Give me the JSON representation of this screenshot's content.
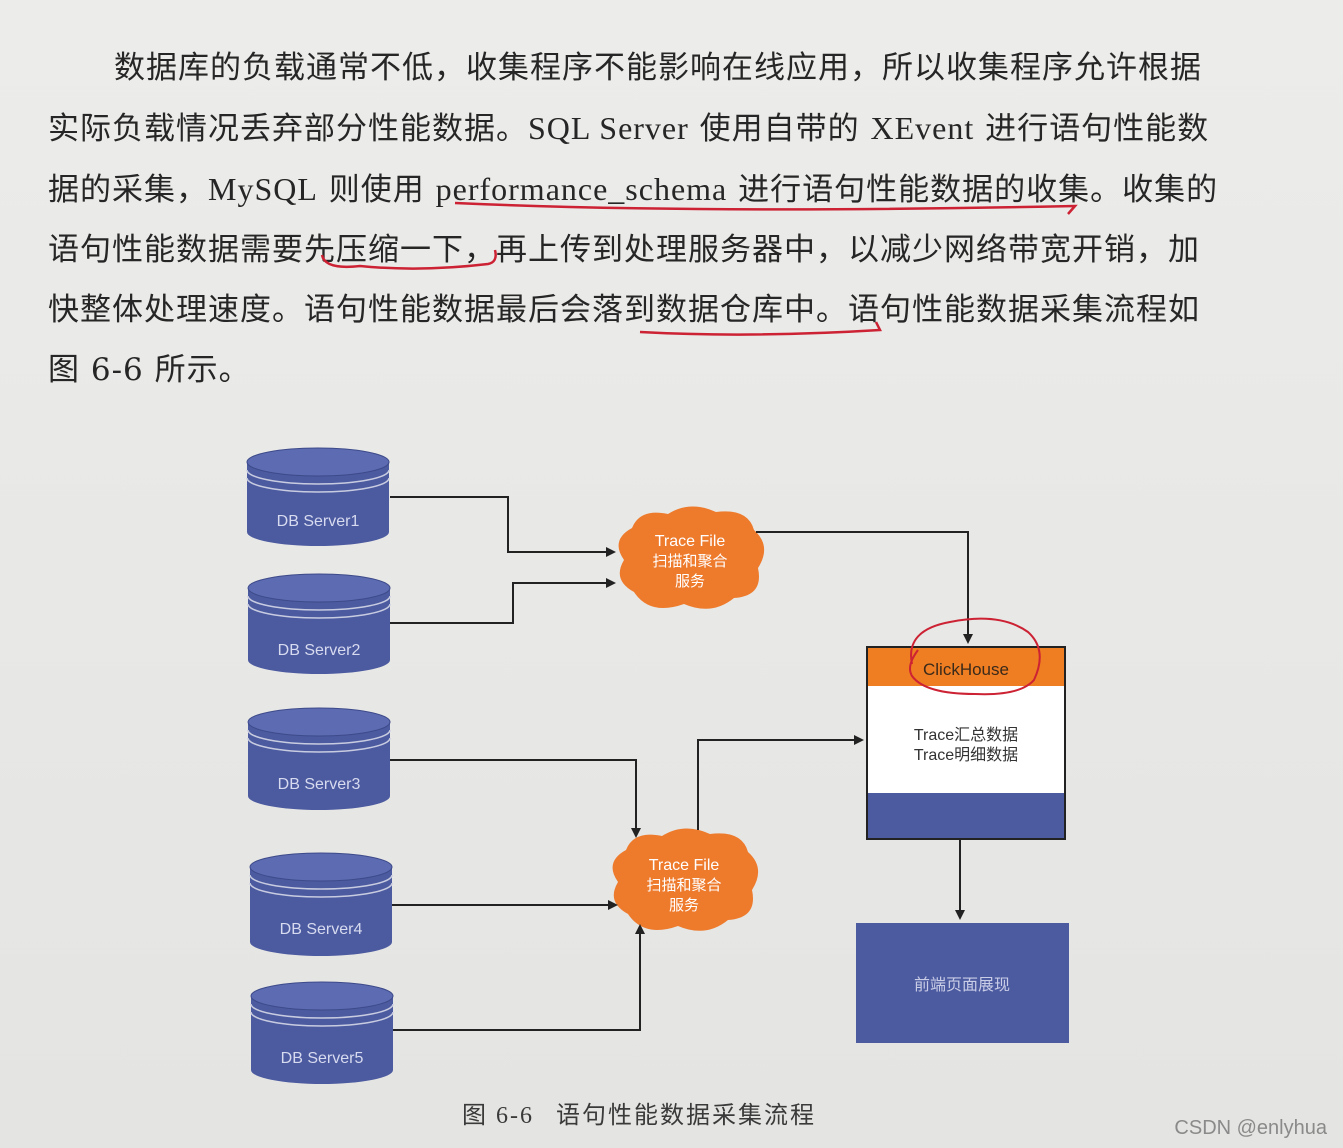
{
  "paragraph": {
    "line1": "数据库的负载通常不低，收集程序不能影响在线应用，所以收集程序允许根据",
    "line2a": "实际负载情况丢弃部分性能数据。",
    "line2b": "SQL Server",
    "line2c": " 使用自带的 ",
    "line2d": "XEvent",
    "line2e": " 进行语句性能数",
    "line3a": "据的采集，",
    "line3b": "MySQL",
    "line3c": " 则使用 ",
    "line3d": "performance_schema",
    "line3e": " 进行语句性能数据的收集。收集的",
    "line4": "语句性能数据需要先压缩一下，再上传到处理服务器中，以减少网络带宽开销，加",
    "line5": "快整体处理速度。语句性能数据最后会落到数据仓库中。语句性能数据采集流程如",
    "line6": "图 6-6 所示。"
  },
  "diagram": {
    "db_servers": [
      "DB Server1",
      "DB Server2",
      "DB Server3",
      "DB Server4",
      "DB Server5"
    ],
    "trace_nodes": [
      {
        "line1": "Trace File",
        "line2": "扫描和聚合",
        "line3": "服务"
      },
      {
        "line1": "Trace File",
        "line2": "扫描和聚合",
        "line3": "服务"
      }
    ],
    "clickhouse": {
      "header": "ClickHouse",
      "line1": "Trace汇总数据",
      "line2": "Trace明细数据"
    },
    "frontend": "前端页面展现"
  },
  "caption": {
    "number": "图 6-6",
    "title": "语句性能数据采集流程"
  },
  "watermark": "CSDN @enlyhua",
  "colors": {
    "db_fill": "#4c5aa0",
    "db_top": "#5d6bb2",
    "cloud": "#ee7a2c",
    "clickhouse_header": "#ef7d22",
    "store_bottom": "#4c5aa0",
    "frontend": "#4c5aa0",
    "annotation": "#cc2233"
  }
}
